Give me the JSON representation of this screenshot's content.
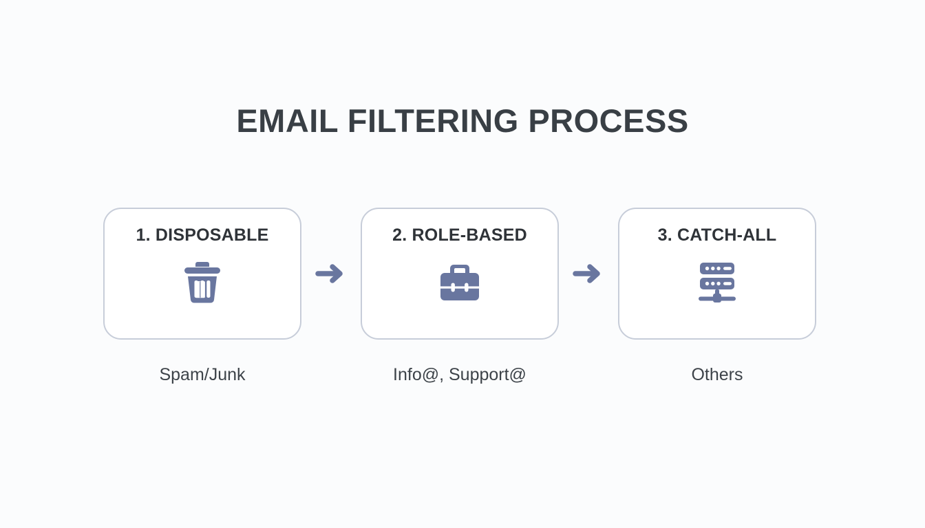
{
  "page": {
    "title": "EMAIL FILTERING PROCESS",
    "background_color": "#fbfcfd",
    "title_color": "#393f45",
    "accent_color": "#69769f",
    "card_border_color": "#c7cdd9",
    "card_background": "#ffffff",
    "caption_color": "#3d4349"
  },
  "steps": [
    {
      "label": "1. DISPOSABLE",
      "icon": "trash-can-icon",
      "caption": "Spam/Junk"
    },
    {
      "label": "2. ROLE-BASED",
      "icon": "briefcase-icon",
      "caption": "Info@, Support@"
    },
    {
      "label": "3. CATCH-ALL",
      "icon": "server-network-icon",
      "caption": "Others"
    }
  ],
  "connectors": [
    {
      "icon": "arrow-right-icon"
    },
    {
      "icon": "arrow-right-icon"
    }
  ]
}
